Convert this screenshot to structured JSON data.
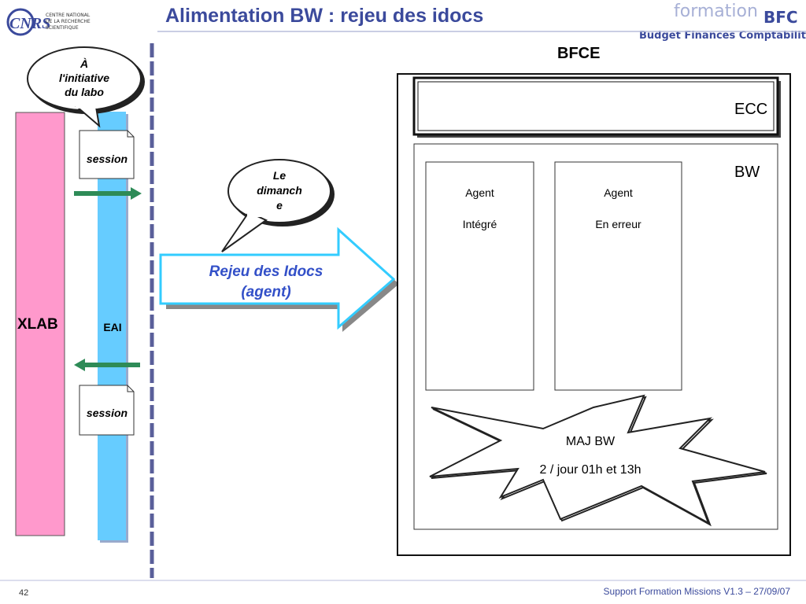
{
  "header": {
    "title": "Alimentation BW : rejeu des idocs",
    "cnrs_logo": "CNRS",
    "cnrs_lines": [
      "CENTRE NATIONAL",
      "DE LA RECHERCHE",
      "SCIENTIFIQUE"
    ],
    "bfc_formation": "formation",
    "bfc_acronym": "BFC",
    "bfc_subtitle": "Budget Finances Comptabilité"
  },
  "diagram": {
    "callout_labo": [
      "À",
      "l'initiative",
      "du labo"
    ],
    "callout_dimanche": [
      "Le",
      "dimanch",
      "e"
    ],
    "xlab": "XLAB",
    "eai": "EAI",
    "session_top": "session",
    "session_bottom": "session",
    "arrow_label": [
      "Rejeu des Idocs",
      "(agent)"
    ],
    "bfce": "BFCE",
    "ecc": "ECC",
    "bw": "BW",
    "agent_integre": [
      "Agent",
      "Intégré"
    ],
    "agent_erreur": [
      "Agent",
      "En erreur"
    ],
    "burst": [
      "MAJ BW",
      "2 / jour 01h et 13h"
    ]
  },
  "footer": {
    "page_number": "42",
    "version": "Support Formation Missions V1.3 – 27/09/07"
  },
  "colors": {
    "title": "#3b4a9c",
    "xlab": "#ff99cc",
    "eai": "#66ccff",
    "arrow_border": "#33ccff",
    "green_arrow": "#2e8b57",
    "dashed_line": "#5a5f9a"
  }
}
